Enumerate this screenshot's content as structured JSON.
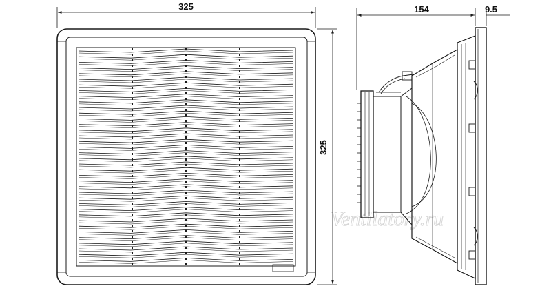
{
  "dimensions": {
    "front_width": "325",
    "front_height": "325",
    "side_depth": "154",
    "flange_thickness": "9.5"
  },
  "watermark": "Ventilatory.ru"
}
